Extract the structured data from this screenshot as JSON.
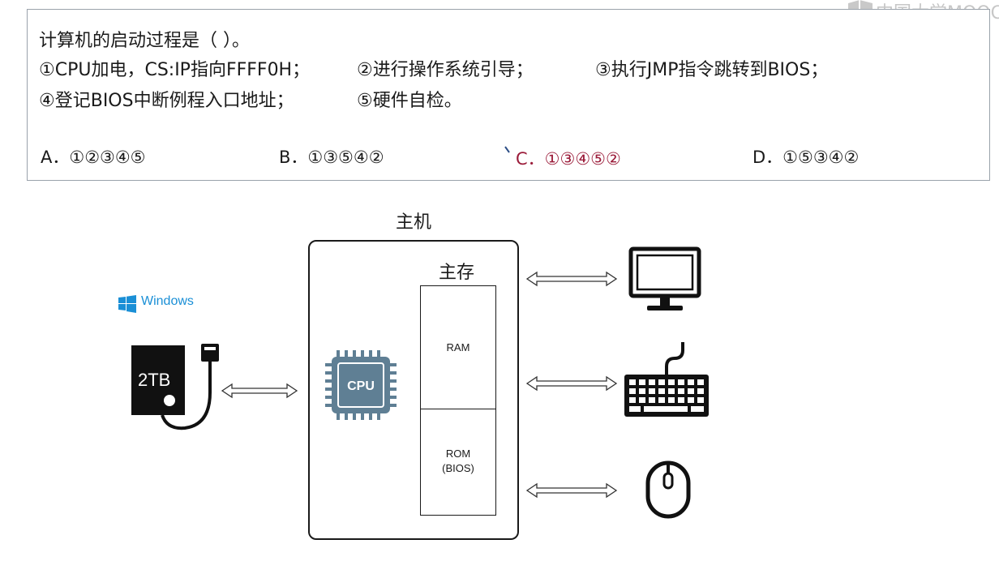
{
  "watermark": {
    "text": "中国大学MOOC"
  },
  "question": {
    "stem": "计算机的启动过程是（  ）。",
    "steps": [
      "①CPU加电，CS:IP指向FFFF0H；",
      "②进行操作系统引导；",
      "③执行JMP指令跳转到BIOS；",
      "④登记BIOS中断例程入口地址；",
      "⑤硬件自检。"
    ],
    "options": [
      {
        "label": "A．①②③④⑤"
      },
      {
        "label": "B．①③⑤④②"
      },
      {
        "label": "C．①③④⑤②"
      },
      {
        "label": "D．①⑤③④②"
      }
    ],
    "selected_color": "#9b1c3a"
  },
  "diagram": {
    "host_label": "主机",
    "memory_label": "主存",
    "ram_label": "RAM",
    "rom_label_line1": "ROM",
    "rom_label_line2": "(BIOS)",
    "cpu_label": "CPU",
    "disk_label": "2TB",
    "os_label": "Windows",
    "accent_color": "#1a8fd6",
    "cpu_color": "#5f7f94"
  }
}
